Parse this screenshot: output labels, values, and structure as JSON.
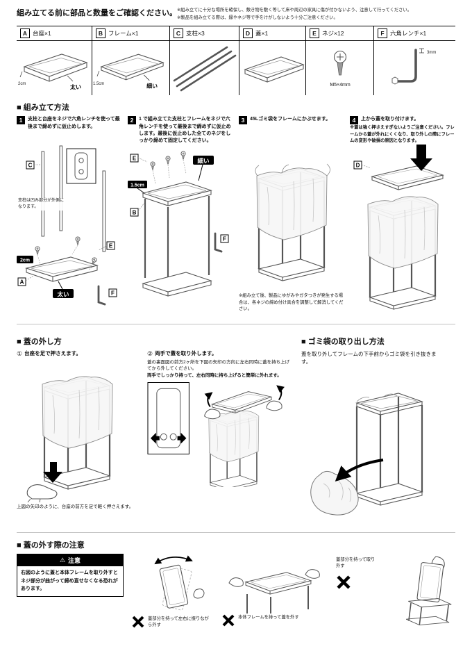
{
  "page": {
    "header": "組み立てる前に部品と数量をご確認ください。",
    "notes": [
      "※組み立てに十分な場所を確保し、敷き物を敷く等して床や周辺の家具に傷が付かないよう、注意して行ってください。",
      "※製品を組み立てる際は、縁やネジ等で手をけがしないよう十分ご注意ください。"
    ]
  },
  "parts": {
    "items": [
      {
        "letter": "A",
        "name": "台座×1",
        "size": "2cm",
        "weight": "太い"
      },
      {
        "letter": "B",
        "name": "フレーム×1",
        "size": "1.5cm",
        "weight": "細い"
      },
      {
        "letter": "C",
        "name": "支柱×3"
      },
      {
        "letter": "D",
        "name": "蓋×1"
      },
      {
        "letter": "E",
        "name": "ネジ×12",
        "spec": "M5×4mm"
      },
      {
        "letter": "F",
        "name": "六角レンチ×1",
        "spec": "3mm"
      }
    ]
  },
  "assembly": {
    "title": "■ 組み立て方法",
    "steps": [
      {
        "num": "1",
        "text": "支柱と台座をネジで六角レンチを使って最後まで締めずに仮止めします。",
        "note": "支柱は凹み部分が外側になります。",
        "labels": {
          "c": "C",
          "e": "E",
          "a": "A",
          "f": "F",
          "size": "2cm",
          "thick": "太い"
        }
      },
      {
        "num": "2",
        "text": "1 で組み立てた支柱とフレームをネジで六角レンチを使って最後まで締めずに仮止めします。最後に仮止めした全てのネジをしっかり締めて固定してください。",
        "labels": {
          "e": "E",
          "b": "B",
          "f": "F",
          "thin": "細い",
          "size": "1.5cm"
        }
      },
      {
        "num": "3",
        "text": "45Lゴミ袋をフレームにかぶせます。",
        "note": "※組み立て後、製品にゆがみやガタつきが発生する場合は、各ネジの締め付け具合を調整して解消してください。"
      },
      {
        "num": "4",
        "text": "上から蓋を取り付けます。",
        "note": "※蓋は強く押さえすぎないようご注意ください。フレームから蓋が外れにくくなり、取り外しの際にフレームの変形や破損の原因となります。",
        "labels": {
          "d": "D"
        }
      }
    ]
  },
  "lid_removal": {
    "title": "■ 蓋の外し方",
    "step1": {
      "num": "①",
      "text": "台座を足で押さえます。",
      "caption": "上図の矢印のように、台座の前方を足で軽く押さえます。"
    },
    "step2": {
      "num": "②",
      "text": "両手で蓋を取り外します。",
      "desc1": "蓋の裏面図の前方2ヶ所を下図の矢印の方向に左右同時に蓋を持ち上げてから外してください。",
      "desc2": "両手でしっかり持って、左右同時に持ち上げると簡単に外れます。"
    }
  },
  "bag_removal": {
    "title": "■ ゴミ袋の取り出し方法",
    "text": "蓋を取り外してフレームの下手前からゴミ袋を引き抜きます。"
  },
  "caution": {
    "title": "■ 蓋の外す際の注意",
    "box_title": "注意",
    "box_text": "右図のように蓋と本体フレームを取り外すとネジ部分が曲がって締め直せなくなる恐れがあります。",
    "items": [
      "蓋部分を持って左右に振りながら外す",
      "本体フレームを持って蓋を外す",
      "蓋部分を持って取り外す"
    ]
  }
}
